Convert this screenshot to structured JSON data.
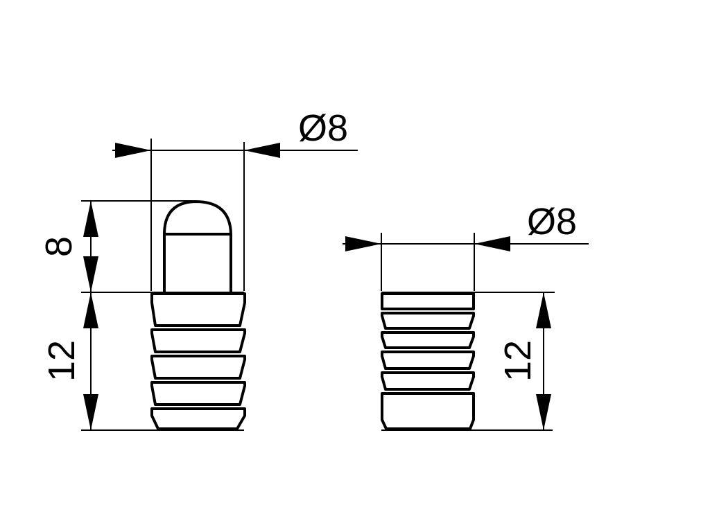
{
  "left_part": {
    "diameter_label": "Ø8",
    "cap_height_label": "8",
    "body_height_label": "12"
  },
  "right_part": {
    "diameter_label": "Ø8",
    "body_height_label": "12"
  },
  "colors": {
    "line": "#000000",
    "background": "#ffffff"
  }
}
